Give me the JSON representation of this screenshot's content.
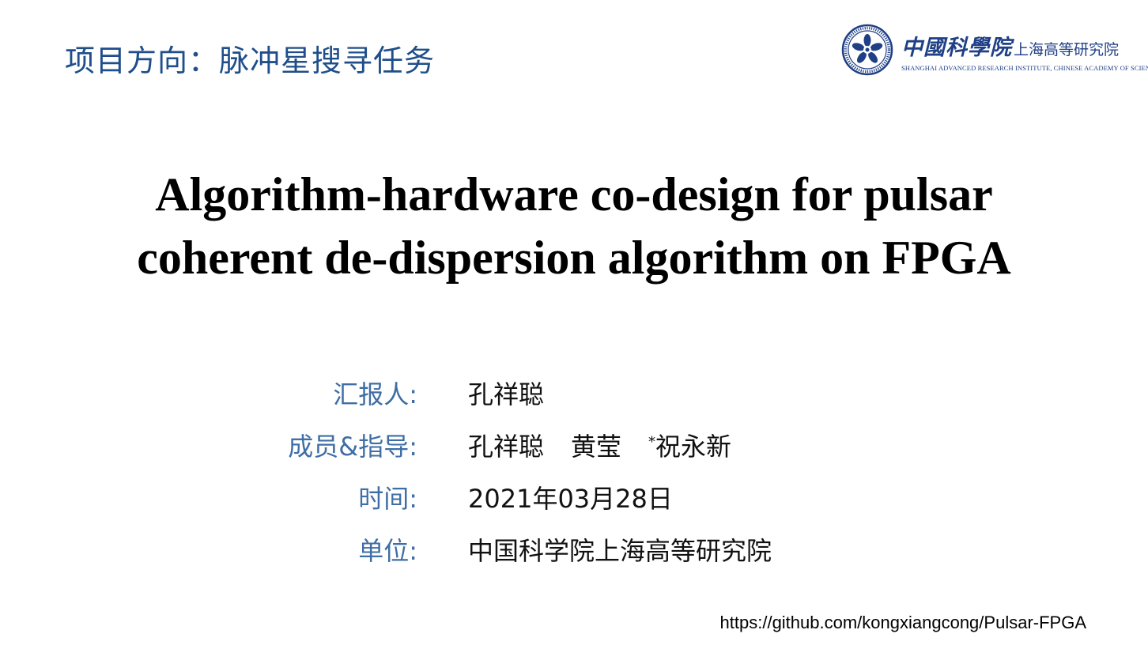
{
  "header": {
    "title": "项目方向：脉冲星搜寻任务"
  },
  "logo": {
    "cn_big": "中國科學院",
    "cn_small": "上海高等研究院",
    "en": "SHANGHAI ADVANCED RESEARCH INSTITUTE, CHINESE ACADEMY OF SCIENCES",
    "colors": {
      "primary": "#1f3f86"
    }
  },
  "title": {
    "line1": "Algorithm-hardware co-design for pulsar",
    "line2": "coherent de-dispersion algorithm on FPGA"
  },
  "info": {
    "reporter_label": "汇报人:",
    "reporter_value": "孔祥聪",
    "members_label": "成员&指导:",
    "member1": "孔祥聪",
    "member2": "黄莹",
    "member3_mark": "*",
    "member3": "祝永新",
    "time_label": "时间:",
    "time_value": "2021年03月28日",
    "unit_label": "单位:",
    "unit_value": "中国科学院上海高等研究院"
  },
  "footer": {
    "url": "https://github.com/kongxiangcong/Pulsar-FPGA"
  },
  "colors": {
    "header": "#1f4e8a",
    "label": "#3e6ea5",
    "text": "#000000"
  }
}
